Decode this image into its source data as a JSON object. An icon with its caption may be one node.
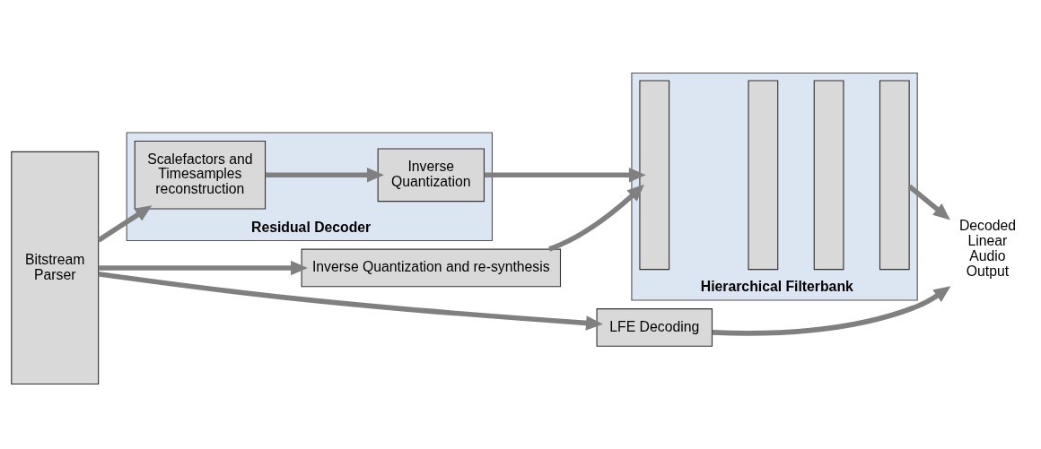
{
  "diagram": {
    "nodes": [
      {
        "text": [
          "Bitstream Parser"
        ]
      },
      {
        "text": [
          "Inverse Quantization and re-synthesis"
        ]
      },
      {
        "text": [
          "Residual Decoder"
        ]
      },
      {
        "text": [
          "Scalefactors and Timesamples reconstruction"
        ],
        "in": 2
      },
      {
        "text": [
          "Inverse Quantization"
        ],
        "in": 2
      },
      {
        "text": [
          "Hierarchical Filterbank"
        ]
      },
      {
        "text": [],
        "shape": "box",
        "in": 5
      },
      {
        "text": [],
        "shape": "box",
        "in": 5
      },
      {
        "text": [],
        "shape": "box",
        "in": 5
      },
      {
        "text": [],
        "shape": "box",
        "in": 5
      },
      {
        "text": [
          "Decoded Linear Audio Output"
        ]
      },
      {
        "text": [
          "LFE Decoding"
        ]
      }
    ],
    "edges": [
      {
        "from": 0,
        "to": 1,
        "arrow": "to"
      },
      {
        "from": 1,
        "to": 6,
        "arrow": "to"
      },
      {
        "from": 0,
        "to": 3,
        "arrow": "to"
      },
      {
        "from": 3,
        "to": 4,
        "arrow": "to"
      },
      {
        "from": 4,
        "to": 6,
        "arrow": "to"
      },
      {
        "from": 9,
        "to": 10,
        "arrow": "to"
      },
      {
        "from": 0,
        "to": 11,
        "arrow": "to"
      },
      {
        "from": 11,
        "to": 10,
        "arrow": "to"
      }
    ]
  }
}
